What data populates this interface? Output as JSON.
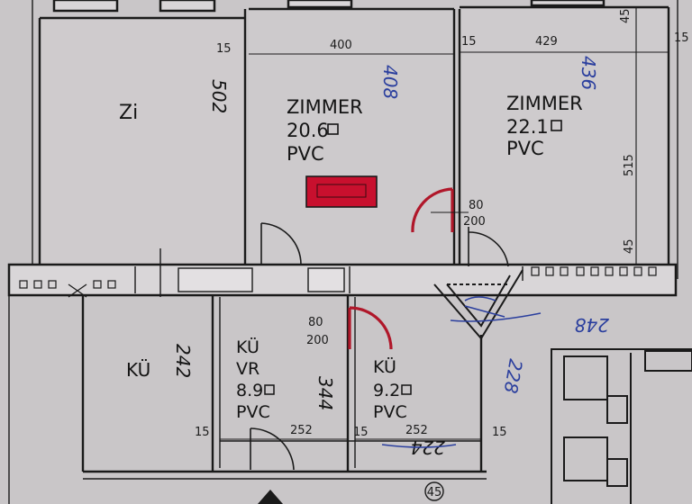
{
  "rooms": {
    "zi": {
      "name": "Zi"
    },
    "zimmer1": {
      "name": "ZIMMER",
      "area": "20.6",
      "floor": "PVC"
    },
    "zimmer2": {
      "name": "ZIMMER",
      "area": "22.1",
      "floor": "PVC"
    },
    "ku_left": {
      "name": "KÜ"
    },
    "ku_vr": {
      "name1": "KÜ",
      "name2": "VR",
      "area": "8.9",
      "floor": "PVC"
    },
    "ku_mid": {
      "name": "KÜ",
      "area": "9.2",
      "floor": "PVC"
    }
  },
  "dims": {
    "top_left_15": "15",
    "top_400": "400",
    "top_mid_15": "15",
    "top_429": "429",
    "right_45_top": "45",
    "right_515": "515",
    "right_45_bottom": "45",
    "far_right_15": "15",
    "door_1_w": "80",
    "door_1_h": "200",
    "door_2_w": "80",
    "door_2_h": "200",
    "bottom_left_15": "15",
    "bottom_252_a": "252",
    "bottom_mid_15": "15",
    "bottom_252_b": "252",
    "bottom_right_15": "15",
    "circle_number": "45"
  },
  "handwritten": {
    "zi_height": "502",
    "zimmer1_width": "408",
    "zimmer2_width": "436",
    "ku_left_width": "242",
    "ku_vr_width": "344",
    "ku_mid_width": "224",
    "corridor_a": "228",
    "corridor_b": "248"
  },
  "colors": {
    "background": "#c9c6c8",
    "ink": "#141414",
    "pen": "#2b3f9e",
    "door": "#b0172a",
    "radiator": "#c8102e"
  }
}
